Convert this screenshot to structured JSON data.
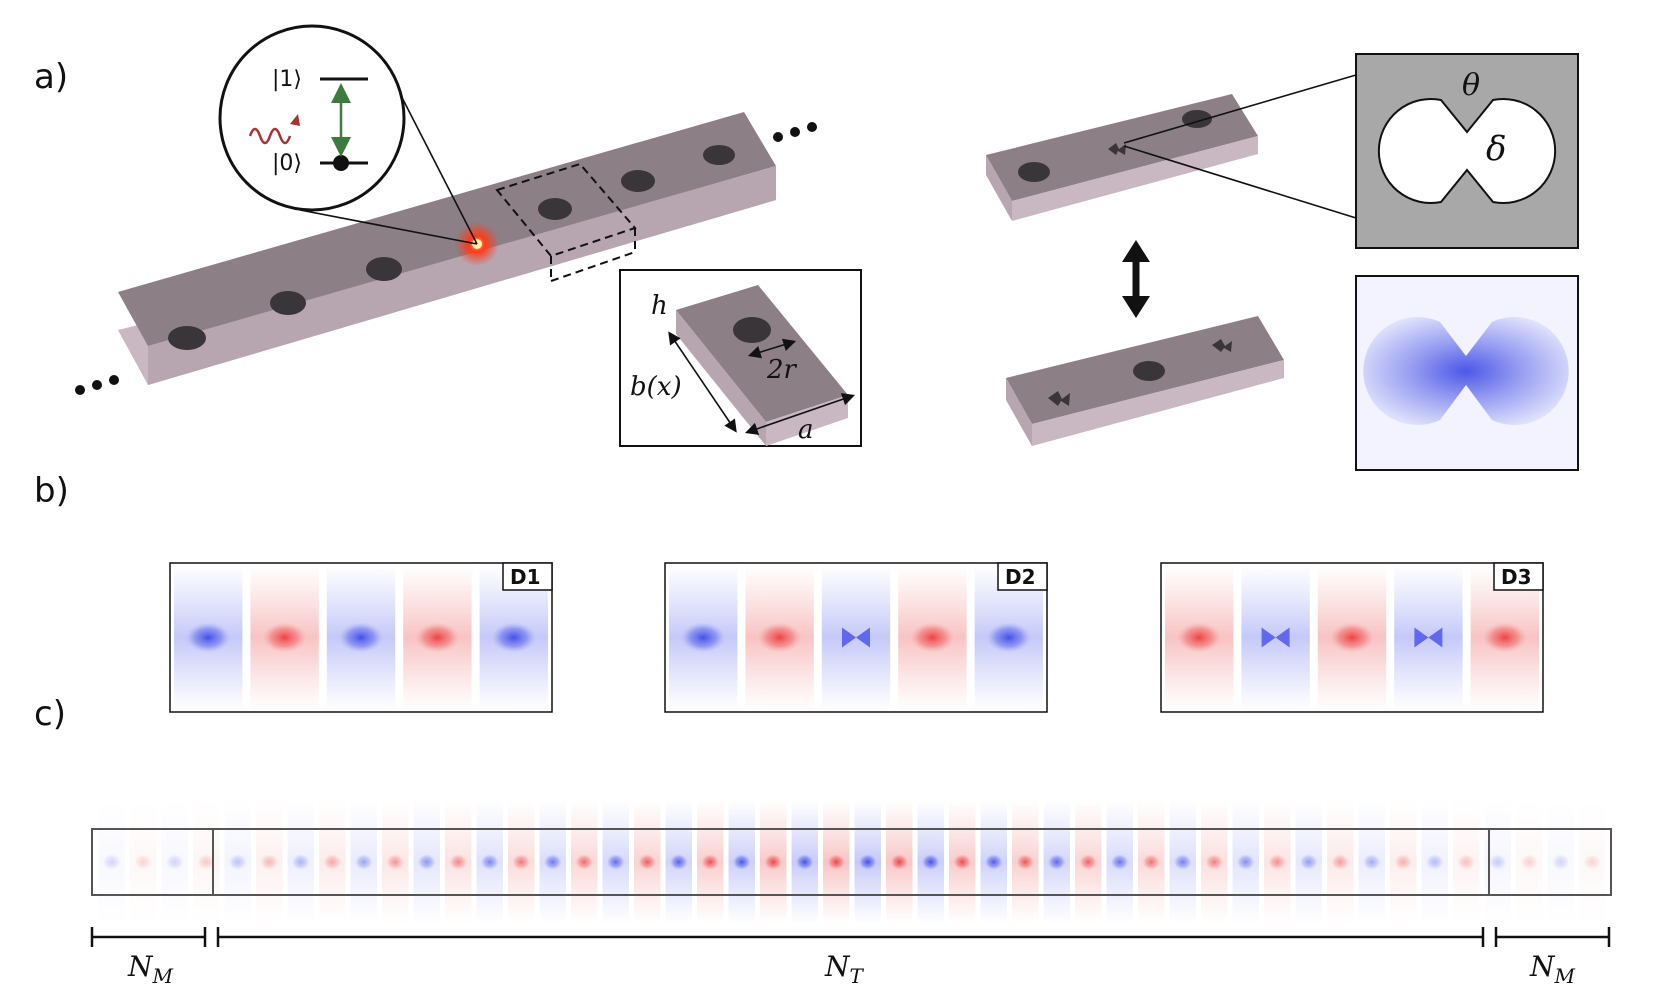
{
  "panels": {
    "a": "a)",
    "b": "b)",
    "c": "c)"
  },
  "qubit": {
    "excited": "|1⟩",
    "ground": "|0⟩"
  },
  "unit_cell": {
    "h": "h",
    "b": "b(x)",
    "r": "2r",
    "a": "a"
  },
  "bowtie": {
    "theta": "θ",
    "delta": "δ"
  },
  "defects": [
    {
      "label": "D1"
    },
    {
      "label": "D2"
    },
    {
      "label": "D3"
    }
  ],
  "bottom": {
    "nm_left": "N",
    "nm_left_sub": "M",
    "nt": "N",
    "nt_sub": "T",
    "nm_right": "N",
    "nm_right_sub": "M"
  },
  "colors": {
    "beam_top": "#8c7f86",
    "beam_side": "#c9b8c2",
    "hole": "#3a3538",
    "field_blue": "#4a55e8",
    "field_red": "#f04848",
    "gray_box": "#a8a8a8",
    "emitter": "#ff3a1a",
    "arrow_green": "#3d7a3d",
    "wave_red": "#a83232"
  }
}
